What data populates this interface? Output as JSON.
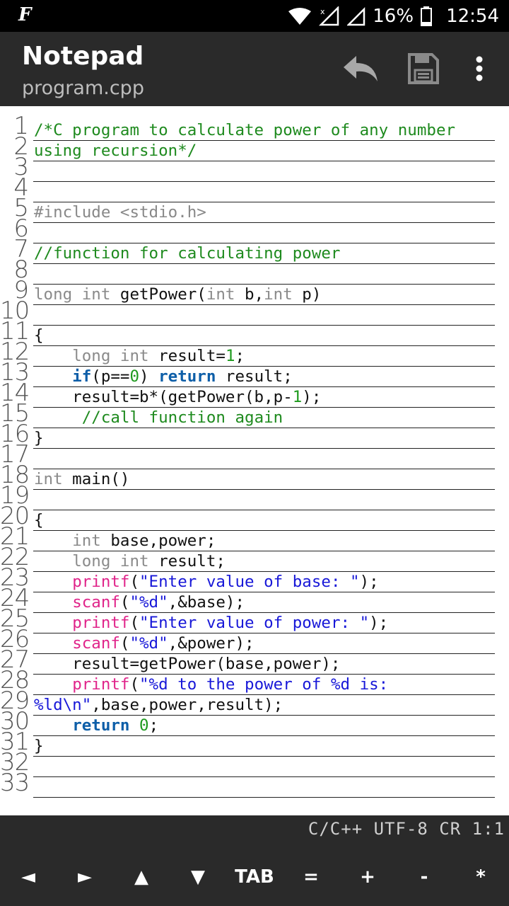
{
  "status_bar": {
    "battery": "16%",
    "time": "12:54"
  },
  "app_bar": {
    "title": "Notepad",
    "subtitle": "program.cpp"
  },
  "editor": {
    "lines": [
      {
        "num": "1",
        "tokens": [
          {
            "t": "/*C program to calculate power of any number",
            "c": "comment"
          }
        ]
      },
      {
        "num": "2",
        "tokens": [
          {
            "t": "using recursion*/",
            "c": "comment"
          }
        ]
      },
      {
        "num": "3",
        "tokens": []
      },
      {
        "num": "4",
        "tokens": []
      },
      {
        "num": "5",
        "tokens": [
          {
            "t": "#include <stdio.h>",
            "c": "pre"
          }
        ]
      },
      {
        "num": "6",
        "tokens": []
      },
      {
        "num": "7",
        "tokens": [
          {
            "t": "//function for calculating power",
            "c": "comment"
          }
        ]
      },
      {
        "num": "8",
        "tokens": []
      },
      {
        "num": "9",
        "tokens": [
          {
            "t": "long int",
            "c": "type"
          },
          {
            "t": " getPower(",
            "c": "plain"
          },
          {
            "t": "int",
            "c": "type"
          },
          {
            "t": " b,",
            "c": "plain"
          },
          {
            "t": "int",
            "c": "type"
          },
          {
            "t": " p)",
            "c": "plain"
          }
        ]
      },
      {
        "num": "10",
        "tokens": []
      },
      {
        "num": "11",
        "tokens": [
          {
            "t": "{",
            "c": "plain"
          }
        ]
      },
      {
        "num": "12",
        "tokens": [
          {
            "t": "    ",
            "c": "plain"
          },
          {
            "t": "long int",
            "c": "type"
          },
          {
            "t": " result=",
            "c": "plain"
          },
          {
            "t": "1",
            "c": "num"
          },
          {
            "t": ";",
            "c": "plain"
          }
        ]
      },
      {
        "num": "13",
        "tokens": [
          {
            "t": "    ",
            "c": "plain"
          },
          {
            "t": "if",
            "c": "kw"
          },
          {
            "t": "(p==",
            "c": "plain"
          },
          {
            "t": "0",
            "c": "num"
          },
          {
            "t": ") ",
            "c": "plain"
          },
          {
            "t": "return",
            "c": "kw"
          },
          {
            "t": " result;",
            "c": "plain"
          }
        ]
      },
      {
        "num": "14",
        "tokens": [
          {
            "t": "    result=b*(getPower(b,p-",
            "c": "plain"
          },
          {
            "t": "1",
            "c": "num"
          },
          {
            "t": ");",
            "c": "plain"
          }
        ]
      },
      {
        "num": "15",
        "tokens": [
          {
            "t": "     ",
            "c": "plain"
          },
          {
            "t": "//call function again",
            "c": "comment"
          }
        ]
      },
      {
        "num": "16",
        "tokens": [
          {
            "t": "}",
            "c": "plain"
          }
        ]
      },
      {
        "num": "17",
        "tokens": []
      },
      {
        "num": "18",
        "tokens": [
          {
            "t": "int",
            "c": "type"
          },
          {
            "t": " main()",
            "c": "plain"
          }
        ]
      },
      {
        "num": "19",
        "tokens": []
      },
      {
        "num": "20",
        "tokens": [
          {
            "t": "{",
            "c": "plain"
          }
        ]
      },
      {
        "num": "21",
        "tokens": [
          {
            "t": "    ",
            "c": "plain"
          },
          {
            "t": "int",
            "c": "type"
          },
          {
            "t": " base,power;",
            "c": "plain"
          }
        ]
      },
      {
        "num": "22",
        "tokens": [
          {
            "t": "    ",
            "c": "plain"
          },
          {
            "t": "long int",
            "c": "type"
          },
          {
            "t": " result;",
            "c": "plain"
          }
        ]
      },
      {
        "num": "23",
        "tokens": [
          {
            "t": "    ",
            "c": "plain"
          },
          {
            "t": "printf",
            "c": "func"
          },
          {
            "t": "(",
            "c": "plain"
          },
          {
            "t": "\"Enter value of base: \"",
            "c": "str"
          },
          {
            "t": ");",
            "c": "plain"
          }
        ]
      },
      {
        "num": "24",
        "tokens": [
          {
            "t": "    ",
            "c": "plain"
          },
          {
            "t": "scanf",
            "c": "func"
          },
          {
            "t": "(",
            "c": "plain"
          },
          {
            "t": "\"%d\"",
            "c": "str"
          },
          {
            "t": ",&base);",
            "c": "plain"
          }
        ]
      },
      {
        "num": "25",
        "tokens": [
          {
            "t": "    ",
            "c": "plain"
          },
          {
            "t": "printf",
            "c": "func"
          },
          {
            "t": "(",
            "c": "plain"
          },
          {
            "t": "\"Enter value of power: \"",
            "c": "str"
          },
          {
            "t": ");",
            "c": "plain"
          }
        ]
      },
      {
        "num": "26",
        "tokens": [
          {
            "t": "    ",
            "c": "plain"
          },
          {
            "t": "scanf",
            "c": "func"
          },
          {
            "t": "(",
            "c": "plain"
          },
          {
            "t": "\"%d\"",
            "c": "str"
          },
          {
            "t": ",&power);",
            "c": "plain"
          }
        ]
      },
      {
        "num": "27",
        "tokens": [
          {
            "t": "    result=getPower(base,power);",
            "c": "plain"
          }
        ]
      },
      {
        "num": "28",
        "tokens": [
          {
            "t": "    ",
            "c": "plain"
          },
          {
            "t": "printf",
            "c": "func"
          },
          {
            "t": "(",
            "c": "plain"
          },
          {
            "t": "\"%d to the power of %d is:",
            "c": "str"
          }
        ]
      },
      {
        "num": "29",
        "tokens": [
          {
            "t": "%ld\\n\"",
            "c": "str"
          },
          {
            "t": ",base,power,result);",
            "c": "plain"
          }
        ]
      },
      {
        "num": "30",
        "tokens": [
          {
            "t": "    ",
            "c": "plain"
          },
          {
            "t": "return",
            "c": "kw"
          },
          {
            "t": " ",
            "c": "plain"
          },
          {
            "t": "0",
            "c": "num"
          },
          {
            "t": ";",
            "c": "plain"
          }
        ]
      },
      {
        "num": "31",
        "tokens": [
          {
            "t": "}",
            "c": "plain"
          }
        ]
      },
      {
        "num": "32",
        "tokens": []
      },
      {
        "num": "33",
        "tokens": []
      }
    ]
  },
  "status_line": {
    "info": "C/C++ UTF-8 CR 1:1"
  },
  "keys": [
    "◄",
    "►",
    "▲",
    "▼",
    "TAB",
    "=",
    "+",
    "-",
    "*"
  ],
  "colors": {
    "toolbar": "#2a2a2a",
    "comment": "#1e8a1e",
    "keyword": "#0d5ea8",
    "function": "#e0248a",
    "string": "#1818d8"
  }
}
